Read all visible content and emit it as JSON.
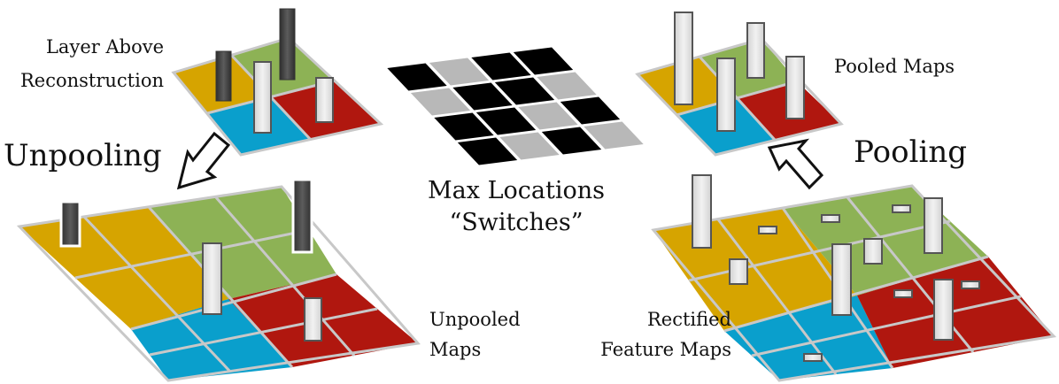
{
  "labels": {
    "layer_above": [
      "Layer Above",
      "Reconstruction"
    ],
    "unpooling": "Unpooling",
    "pooling": "Pooling",
    "max_locations": [
      "Max Locations",
      "“Switches”"
    ],
    "pooled_maps": "Pooled Maps",
    "unpooled_maps": [
      "Unpooled",
      "Maps"
    ],
    "rectified_maps": [
      "Rectified",
      "Feature Maps"
    ]
  },
  "colors": {
    "yellow": "#d6a400",
    "green": "#8db255",
    "blue": "#0a9fcc",
    "red": "#b0170f",
    "grid": "#c8c8c8",
    "bar_dark": "#474747",
    "bar_light": "#e6e6e6",
    "switch_on": "#b8b8b8",
    "switch_off": "#000000"
  },
  "switches_grid": [
    [
      0,
      1,
      0,
      0
    ],
    [
      1,
      0,
      0,
      1
    ],
    [
      0,
      0,
      1,
      0
    ],
    [
      0,
      1,
      0,
      1
    ]
  ],
  "quadrant_colors": [
    [
      "yellow",
      "green"
    ],
    [
      "blue",
      "red"
    ]
  ]
}
